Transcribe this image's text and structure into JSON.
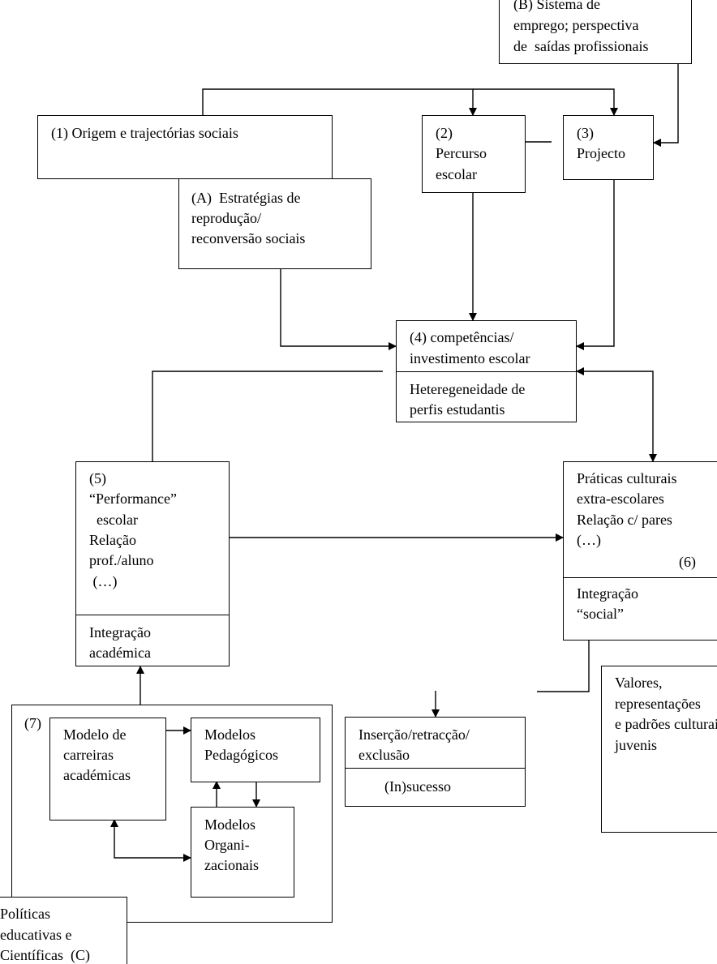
{
  "boxes": {
    "b": {
      "lines": [
        "(B) Sistema de",
        "emprego; perspectiva",
        "de  saídas profissionais"
      ]
    },
    "1": {
      "lines": [
        "(1) Origem e trajectórias sociais"
      ]
    },
    "a": {
      "lines": [
        "(A)  Estratégias de",
        "reprodução/",
        "reconversão sociais"
      ]
    },
    "2": {
      "lines": [
        "(2)",
        "Percurso",
        "escolar"
      ]
    },
    "3": {
      "lines": [
        "(3)",
        "Projecto"
      ]
    },
    "4": {
      "top": [
        "(4) competências/",
        "investimento escolar"
      ],
      "bottom": [
        "Heteregeneidade de",
        "perfis estudantis"
      ]
    },
    "5": {
      "top": [
        "(5)",
        "“Performance”",
        "  escolar",
        "Relação",
        "prof./aluno",
        " (…)"
      ],
      "bottom": [
        "Integração",
        "académica"
      ]
    },
    "6": {
      "top": [
        "Práticas culturais",
        "extra-escolares",
        "Relação c/ pares",
        "(…)"
      ],
      "number": "(6)",
      "bottom": [
        "Integração",
        "“social”"
      ]
    },
    "7": {
      "label": "(7)"
    },
    "carreiras": {
      "lines": [
        "Modelo de",
        "carreiras",
        "académicas"
      ]
    },
    "pedagogicos": {
      "lines": [
        "Modelos",
        "Pedagógicos"
      ]
    },
    "organizacionais": {
      "lines": [
        "Modelos",
        "Organi-",
        "zacionais"
      ]
    },
    "insercao": {
      "top": [
        "Inserção/retracção/",
        "exclusão"
      ],
      "bottom": [
        "(In)sucesso"
      ]
    },
    "valores": {
      "lines": [
        "Valores,",
        "representações",
        "e padrões culturais",
        "juvenis"
      ]
    },
    "c": {
      "lines": [
        "Políticas",
        "educativas e",
        "Científicas  (C)"
      ]
    }
  }
}
